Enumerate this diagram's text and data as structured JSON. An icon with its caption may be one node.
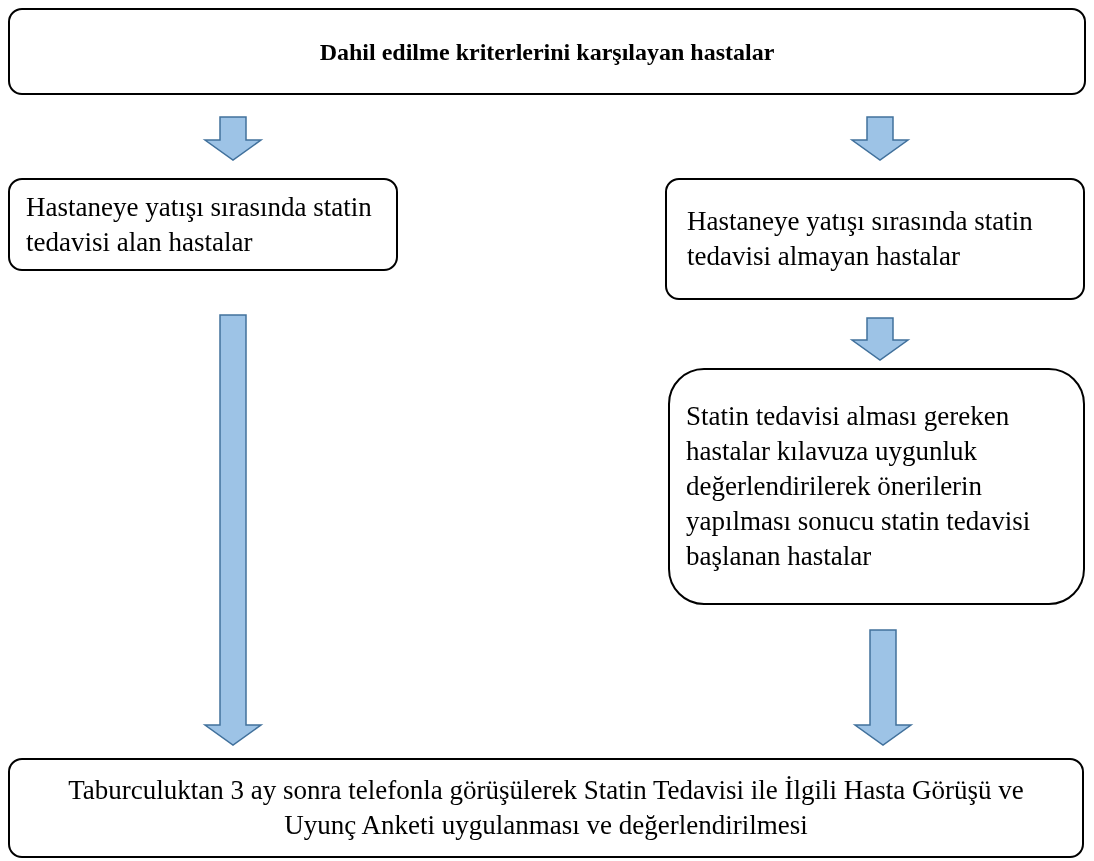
{
  "diagram": {
    "nodes": [
      {
        "text": [
          "Dahil edilme kriterlerini karşılayan hastalar"
        ]
      },
      {
        "text": [
          "Hastaneye yatışı sırasında statin tedavisi alan hastalar"
        ]
      },
      {
        "text": [
          "Hastaneye yatışı sırasında statin tedavisi almayan hastalar"
        ]
      },
      {
        "text": [
          "Statin tedavisi alması gereken hastalar kılavuza uygunluk değerlendirilerek önerilerin yapılması sonucu statin tedavisi başlanan hastalar"
        ]
      },
      {
        "text": [
          "Taburculuktan 3 ay sonra telefonla görüşülerek Statin Tedavisi ile İlgili Hasta Görüşü ve Uyunç Anketi uygulanması ve değerlendirilmesi"
        ]
      }
    ],
    "edges": [
      {
        "from": 0,
        "to": 1,
        "arrow": "to"
      },
      {
        "from": 0,
        "to": 2,
        "arrow": "to"
      },
      {
        "from": 2,
        "to": 3,
        "arrow": "to"
      },
      {
        "from": 1,
        "to": 4,
        "arrow": "to"
      },
      {
        "from": 3,
        "to": 4,
        "arrow": "to"
      }
    ]
  }
}
